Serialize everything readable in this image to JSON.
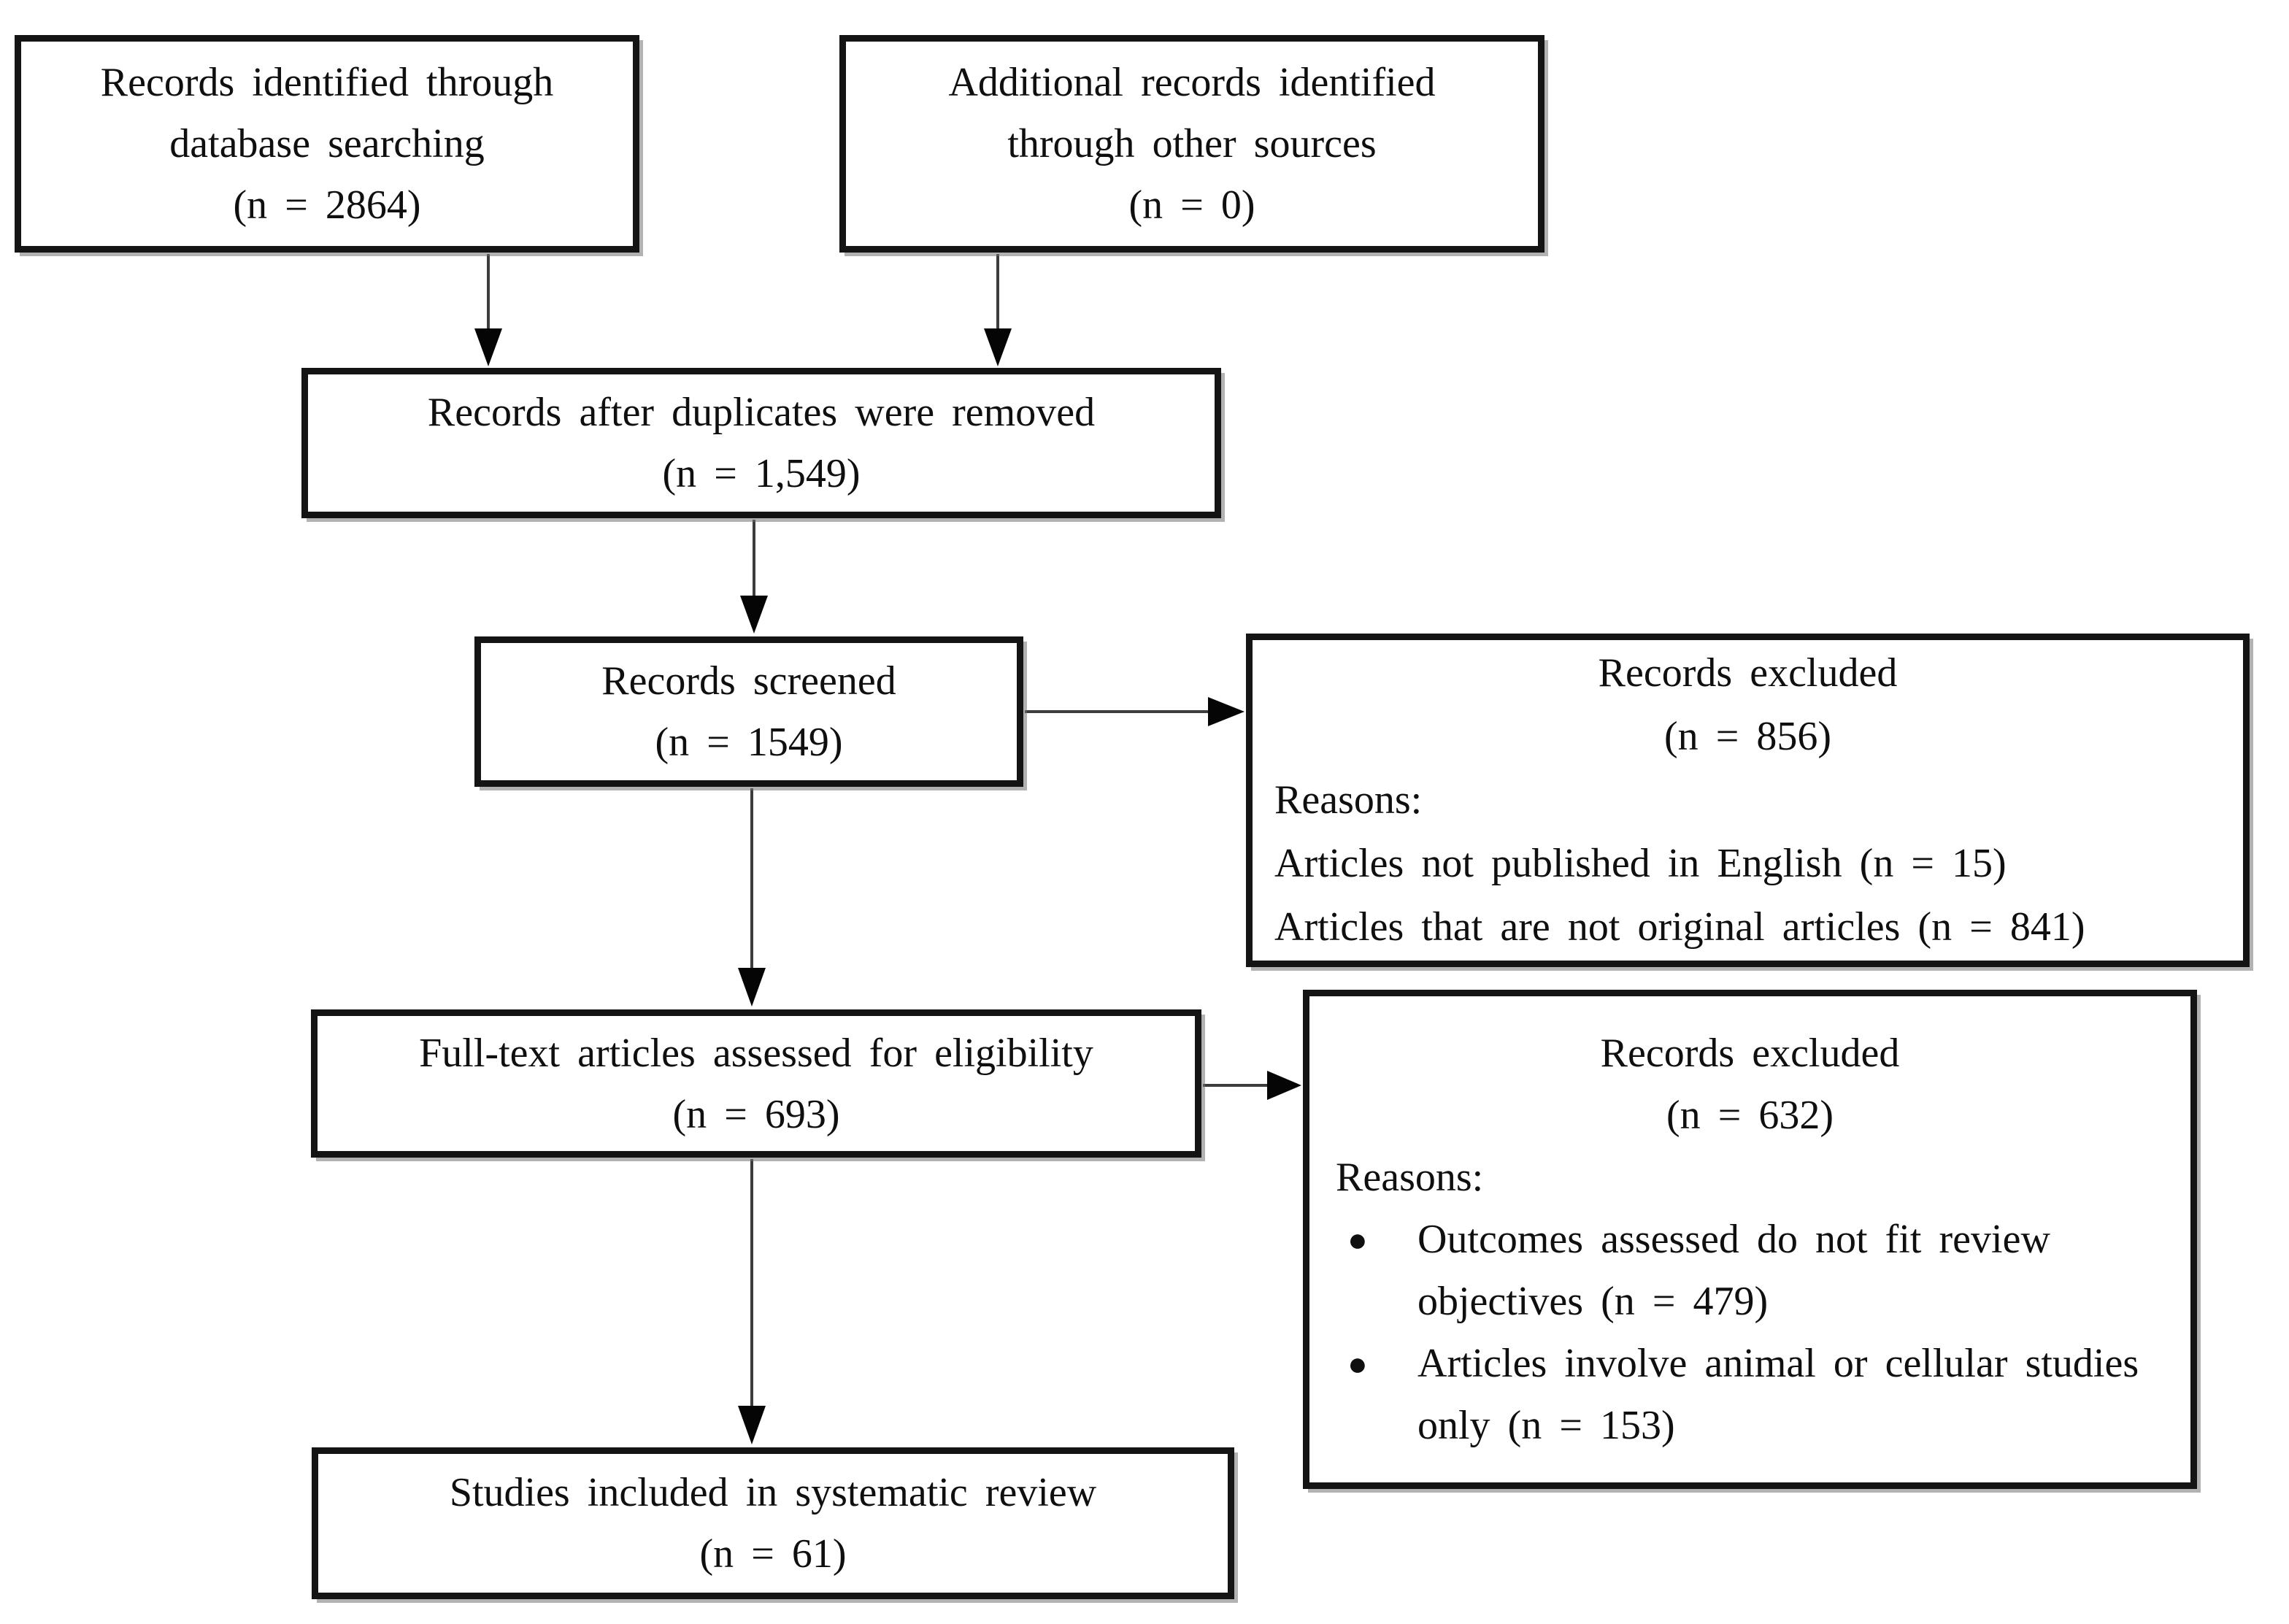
{
  "diagram_type": "prisma-flow",
  "colors": {
    "background": "#ffffff",
    "box_border": "#141414",
    "text": "#0f0f0f",
    "connector_line": "#3d3d3d",
    "arrowhead": "#050505",
    "box_shadow": "#737373"
  },
  "glyphs": {
    "bullet": "●"
  },
  "boxes": {
    "identified": {
      "line1": "Records identified through",
      "line2": "database searching",
      "count": "(n = 2864)"
    },
    "additional": {
      "line1": "Additional records identified",
      "line2": "through other sources",
      "count": "(n = 0)"
    },
    "deduplicated": {
      "line1": "Records after duplicates were removed",
      "count": "(n = 1,549)"
    },
    "screened": {
      "line1": "Records screened",
      "count": "(n = 1549)"
    },
    "excluded_screening": {
      "title": "Records excluded",
      "count": "(n = 856)",
      "reasons_label": "Reasons:",
      "reason1": "Articles not published in English (n = 15)",
      "reason2": "Articles that are not original articles (n = 841)"
    },
    "fulltext": {
      "line1": "Full-text articles assessed for eligibility",
      "count": "(n = 693)"
    },
    "excluded_fulltext": {
      "title": "Records excluded",
      "count": "(n = 632)",
      "reasons_label": "Reasons:",
      "bullet1": "Outcomes assessed do not fit review objectives (n = 479)",
      "bullet2": "Articles involve animal or cellular studies only (n = 153)"
    },
    "included": {
      "line1": "Studies included in systematic review",
      "count": "(n = 61)"
    }
  }
}
